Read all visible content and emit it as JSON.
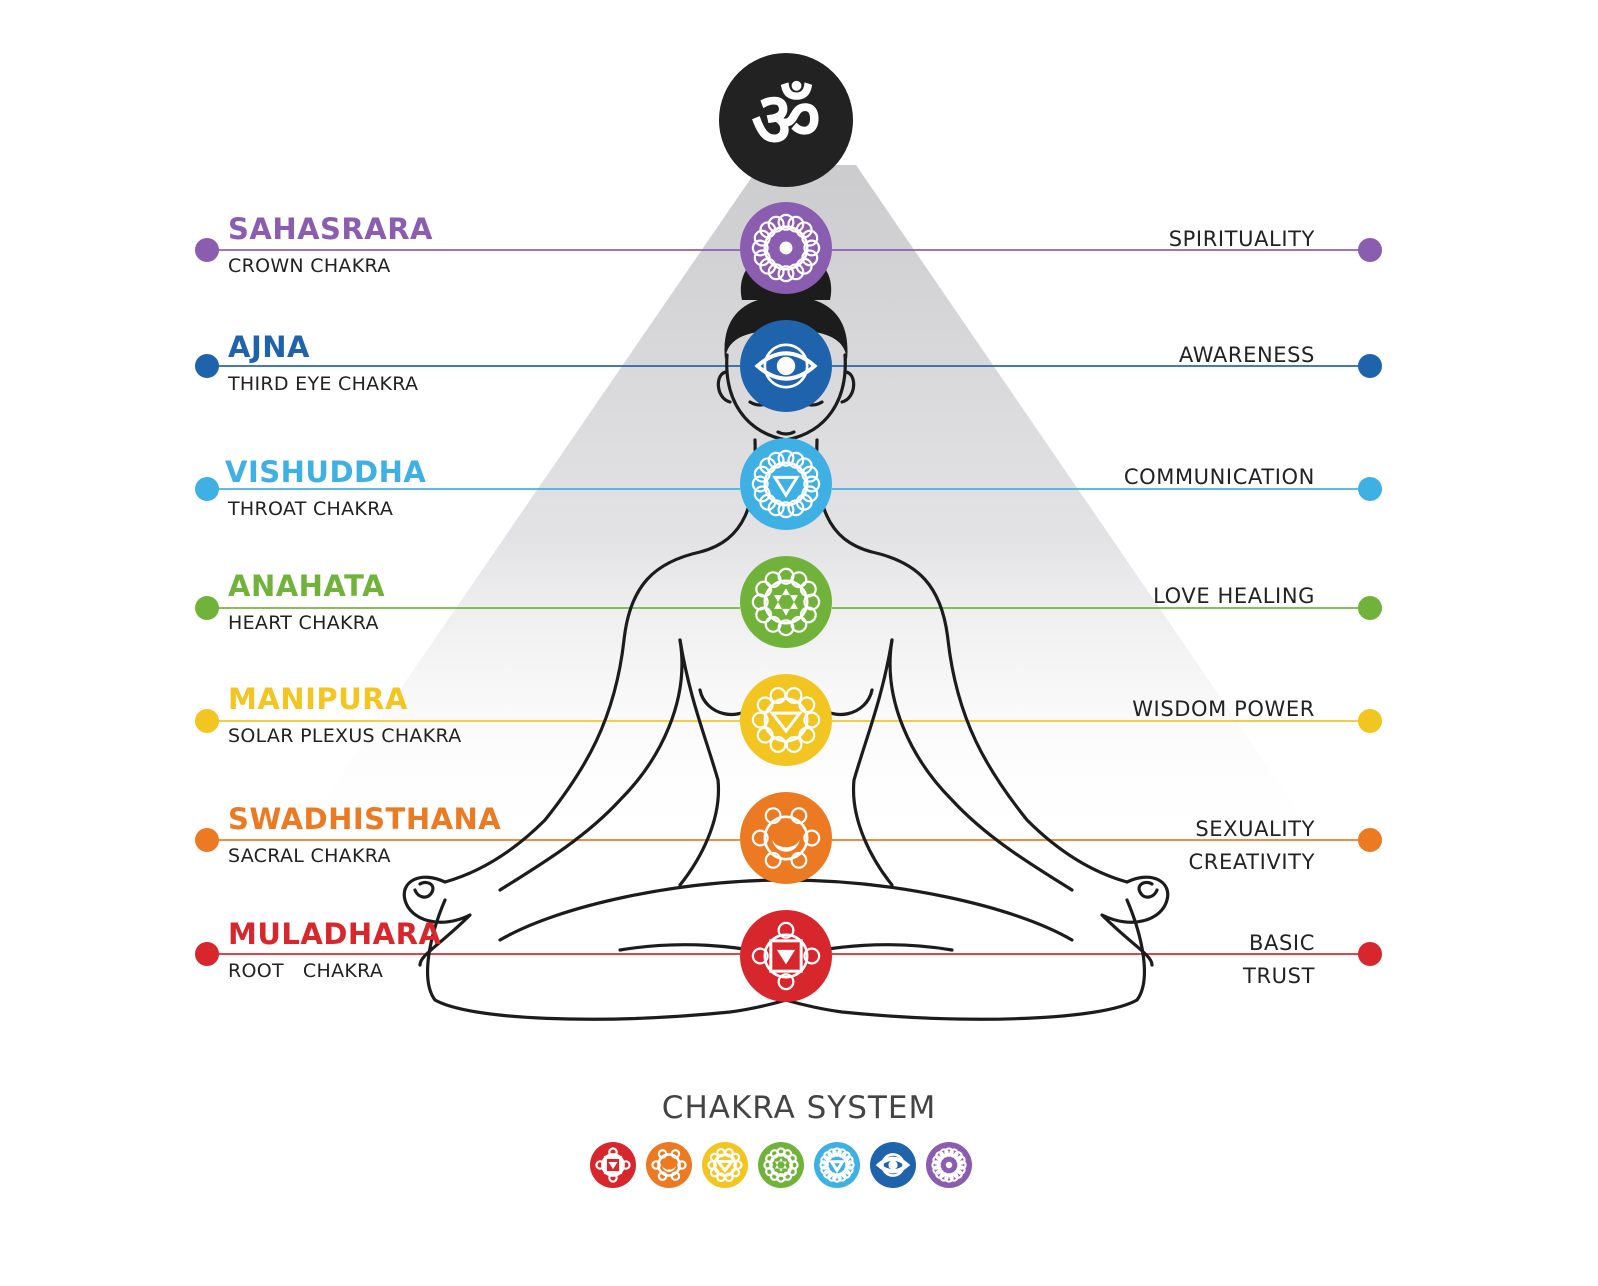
{
  "om_symbol": "ॐ",
  "chakras": [
    {
      "name": "SAHASRARA",
      "subtitle": "CROWN CHAKRA",
      "quality": [
        "SPIRITUALITY"
      ],
      "color": "#8a5db1",
      "icon": "thousand-petal-lotus-icon"
    },
    {
      "name": "AJNA",
      "subtitle": "THIRD EYE CHAKRA",
      "quality": [
        "AWARENESS"
      ],
      "color": "#2063ad",
      "icon": "third-eye-icon"
    },
    {
      "name": "VISHUDDHA",
      "subtitle": "THROAT CHAKRA",
      "quality": [
        "COMMUNICATION"
      ],
      "color": "#3fb0e4",
      "icon": "throat-lotus-icon"
    },
    {
      "name": "ANAHATA",
      "subtitle": "HEART CHAKRA",
      "quality": [
        "LOVE HEALING"
      ],
      "color": "#71b33a",
      "icon": "six-point-star-icon"
    },
    {
      "name": "MANIPURA",
      "subtitle": "SOLAR PLEXUS CHAKRA",
      "quality": [
        "WISDOM POWER"
      ],
      "color": "#f2c521",
      "icon": "triangle-lotus-icon"
    },
    {
      "name": "SWADHISTHANA",
      "subtitle": "SACRAL CHAKRA",
      "quality": [
        "SEXUALITY",
        "CREATIVITY"
      ],
      "color": "#eb7a22",
      "icon": "crescent-moon-icon"
    },
    {
      "name": "MULADHARA",
      "subtitle": "ROOT   CHAKRA",
      "quality": [
        "BASIC",
        "TRUST"
      ],
      "color": "#d7262c",
      "icon": "square-triangle-icon"
    }
  ],
  "footer": {
    "title": "CHAKRA SYSTEM"
  }
}
